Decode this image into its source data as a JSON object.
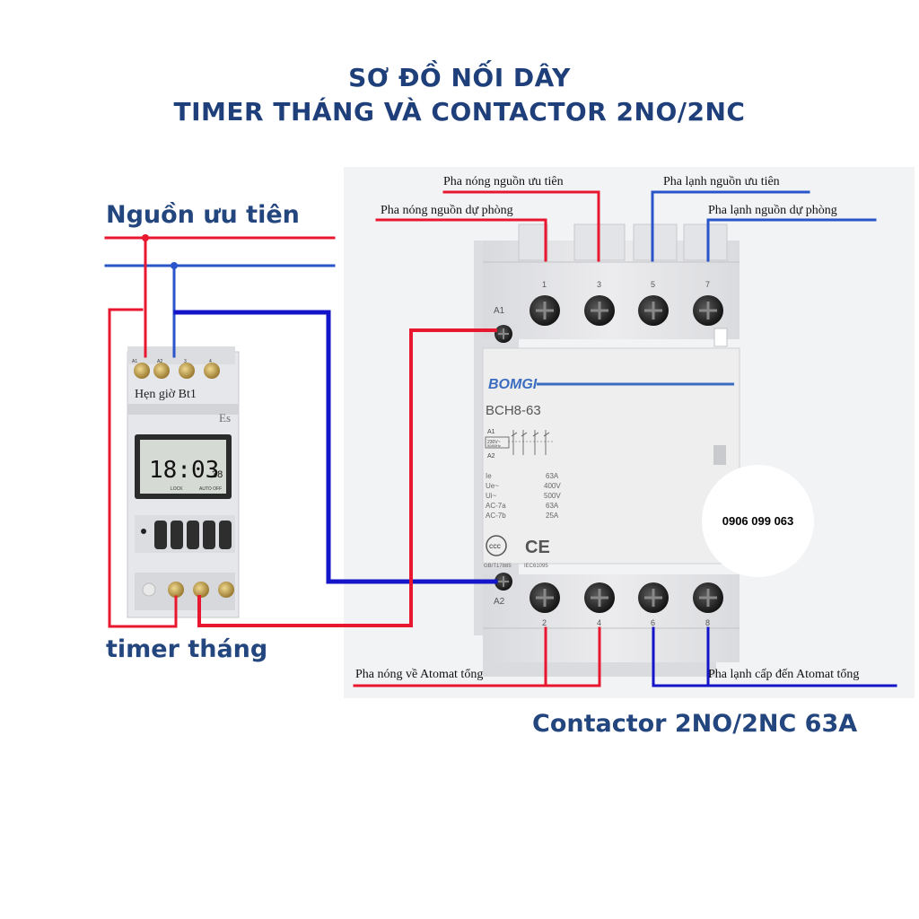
{
  "title": {
    "line1": "SƠ ĐỒ NỐI DÂY",
    "line2": "TIMER THÁNG VÀ CONTACTOR 2NO/2NC"
  },
  "labels": {
    "priority_source": "Nguồn ưu tiên",
    "timer_name": "timer tháng",
    "contactor_name": "Contactor 2NO/2NC 63A",
    "phone": "0906 099 063"
  },
  "wire_labels": {
    "hot_priority": "Pha nóng nguồn ưu tiên",
    "hot_backup": "Pha nóng nguồn dự phòng",
    "cold_priority": "Pha lạnh nguồn ưu tiên",
    "cold_backup": "Pha lạnh nguồn dự phòng",
    "hot_to_main": "Pha nóng về Atomat tổng",
    "cold_to_main": "Pha lạnh cấp đến Atomat tổng"
  },
  "timer": {
    "terminals_top": [
      "A1",
      "A2",
      "3",
      "4"
    ],
    "label": "Hẹn giờ Bt1",
    "brand_partial": "Es",
    "display_time": "18:03",
    "display_seconds": "38",
    "display_lock": "LOCK",
    "display_auto_off": "AUTO OFF"
  },
  "contactor": {
    "brand": "BOMGI",
    "model": "BCH8-63",
    "top_terminals": [
      "1",
      "3",
      "5",
      "7"
    ],
    "bottom_terminals": [
      "2",
      "4",
      "6",
      "8"
    ],
    "coil_top": "A1",
    "coil_bottom": "A2",
    "schematic_top": "A1",
    "schematic_voltage": "230V~",
    "schematic_freq": "50/60Hz",
    "schematic_bottom": "A2",
    "specs": [
      {
        "name": "Ie",
        "value": "63A"
      },
      {
        "name": "Ue~",
        "value": "400V"
      },
      {
        "name": "Ui~",
        "value": "500V"
      },
      {
        "name": "AC-7a",
        "value": "63A"
      },
      {
        "name": "AC-7b",
        "value": "25A"
      }
    ],
    "cert_ccc": "CCC",
    "cert_ce": "CE",
    "standard_gb": "GB/T17885",
    "standard_iec": "IEC61095"
  },
  "colors": {
    "hot_wire": "#e8172f",
    "cold_wire": "#2a54c9",
    "neutral_jumper": "#1414c8",
    "title": "#1f3f7a",
    "brand_blue": "#3a6cc0"
  }
}
